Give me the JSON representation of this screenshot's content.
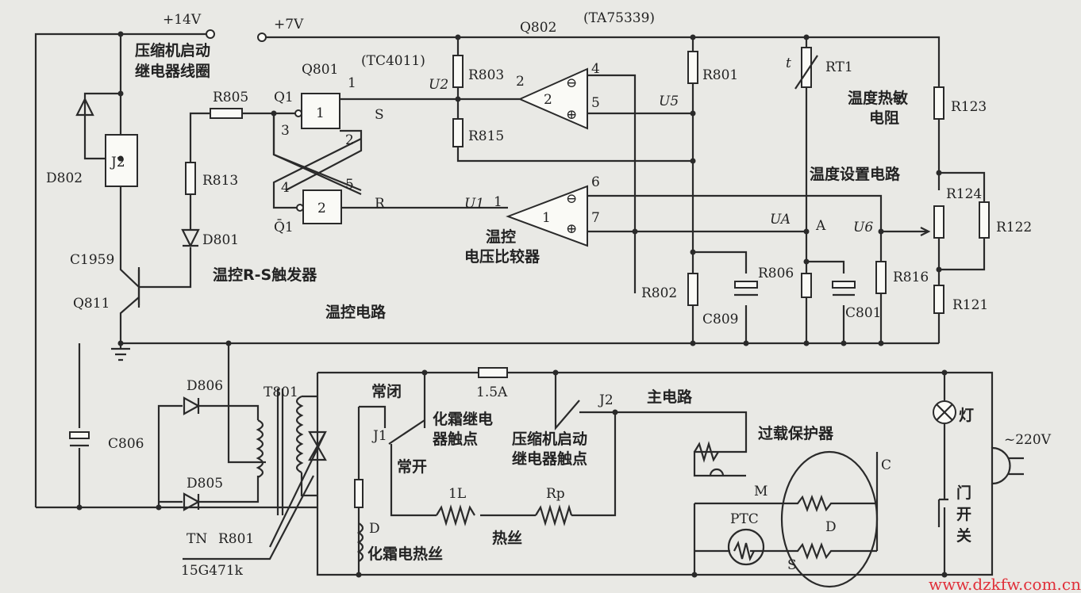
{
  "title": "电冰箱控制电路图",
  "power": {
    "v14": "+14V",
    "v7": "+7V",
    "ac": "~220V"
  },
  "ics": {
    "q802": "Q802",
    "q802_part": "(TA75339)",
    "q801": "Q801",
    "q801_part": "(TC4011)"
  },
  "gates": {
    "g1": "1",
    "g2": "2",
    "pin1": "1",
    "pin2": "2",
    "pin3": "3",
    "pin4": "4",
    "pin5": "5",
    "q1": "Q1",
    "q1bar": "Q̄1",
    "s": "S",
    "r": "R"
  },
  "comparators": {
    "c2": "2",
    "c1": "1",
    "pin2": "2",
    "pin4": "4",
    "pin5": "5",
    "pin1": "1",
    "pin6": "6",
    "pin7": "7",
    "minus": "⊖",
    "plus": "⊕"
  },
  "nodes": {
    "u1": "U1",
    "u2": "U2",
    "u5": "U5",
    "u6": "U6",
    "ua": "UA",
    "a": "A"
  },
  "components": {
    "j2_coil": "J2",
    "d802": "D802",
    "r805": "R805",
    "r813": "R813",
    "d801": "D801",
    "c1959": "C1959",
    "q811": "Q811",
    "r803": "R803",
    "r815": "R815",
    "r801": "R801",
    "r802": "R802",
    "c809": "C809",
    "rt1": "RT1",
    "rt_t": "t",
    "r806": "R806",
    "c801": "C801",
    "r816": "R816",
    "r123": "R123",
    "r124": "R124",
    "r122": "R122",
    "r121": "R121",
    "c806": "C806",
    "d806": "D806",
    "d805": "D805",
    "t801": "T801",
    "tn": "TN",
    "r801_var": "R801",
    "varistor_part": "15G471k",
    "fuse": "1.5A",
    "j1": "J1",
    "j2_contact": "J2",
    "l1": "1L",
    "rp": "Rp",
    "d_heater": "D",
    "ptc": "PTC",
    "motor_c": "C",
    "motor_m": "M",
    "motor_s": "S",
    "motor_d": "D"
  },
  "labels": {
    "relay_coil": [
      "压缩机启动",
      "继电器线圈"
    ],
    "rs_trigger": "温控R-S触发器",
    "temp_ctrl_circuit": "温控电路",
    "comparator": [
      "温控",
      "电压比较器"
    ],
    "thermistor": [
      "温度热敏",
      "电阻"
    ],
    "temp_setting": "温度设置电路",
    "nc": "常闭",
    "no": "常开",
    "defrost_contact": [
      "化霜继电",
      "器触点"
    ],
    "compressor_contact": [
      "压缩机启动",
      "继电器触点"
    ],
    "main_circuit": "主电路",
    "overload": "过载保护器",
    "heater_wire": "热丝",
    "defrost_heater": "化霜电热丝",
    "lamp": "灯",
    "door_switch": [
      "门",
      "开",
      "关"
    ]
  },
  "watermark": "www.dzkfw.com.cn"
}
